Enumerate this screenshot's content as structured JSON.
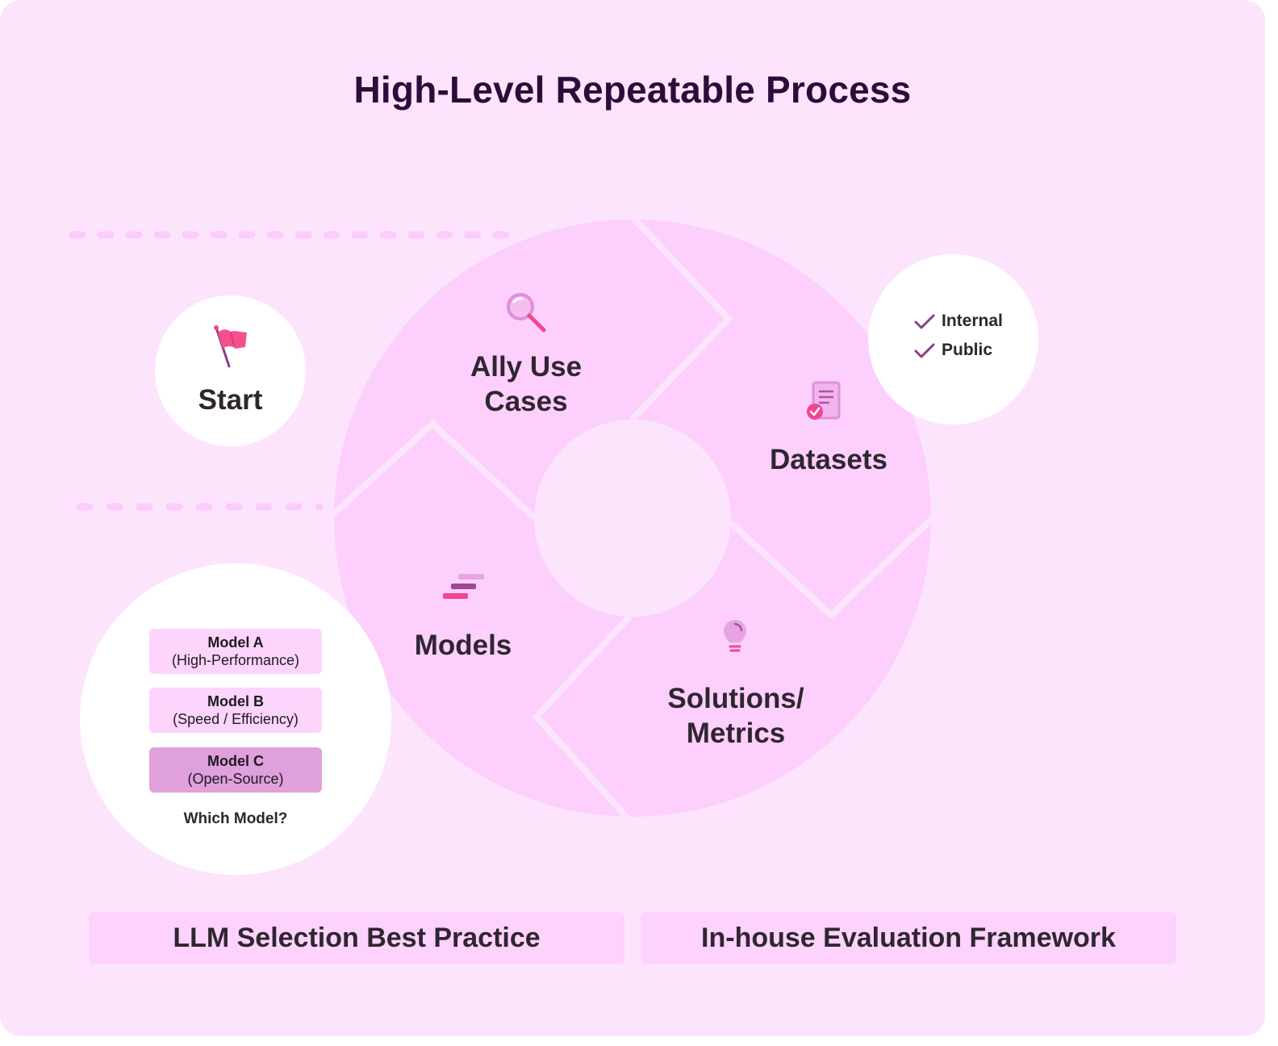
{
  "title": "High-Level Repeatable Process",
  "start": {
    "label": "Start",
    "icon": "flag-icon"
  },
  "steps": {
    "ally_use_cases": {
      "label_line1": "Ally Use",
      "label_line2": "Cases",
      "icon": "magnifier-icon"
    },
    "datasets": {
      "label": "Datasets",
      "icon": "document-check-icon"
    },
    "solutions_metrics": {
      "label_line1": "Solutions/",
      "label_line2": "Metrics",
      "icon": "lightbulb-icon"
    },
    "models": {
      "label": "Models",
      "icon": "bars-icon"
    }
  },
  "dataset_sources": {
    "items": [
      "Internal",
      "Public"
    ],
    "icon": "check-icon"
  },
  "model_choice": {
    "models": [
      {
        "name": "Model A",
        "desc": "(High-Performance)"
      },
      {
        "name": "Model B",
        "desc": "(Speed / Efficiency)"
      },
      {
        "name": "Model C",
        "desc": "(Open-Source)"
      }
    ],
    "question": "Which Model?"
  },
  "footer": {
    "left": "LLM Selection Best Practice",
    "right": "In-house Evaluation Framework"
  },
  "colors": {
    "background": "#fde4fd",
    "ring": "#fdcffd",
    "title": "#2e0b3b",
    "accent_pink": "#f0478f",
    "accent_purple": "#8b3f86",
    "selected_model": "#dfa0dc"
  }
}
